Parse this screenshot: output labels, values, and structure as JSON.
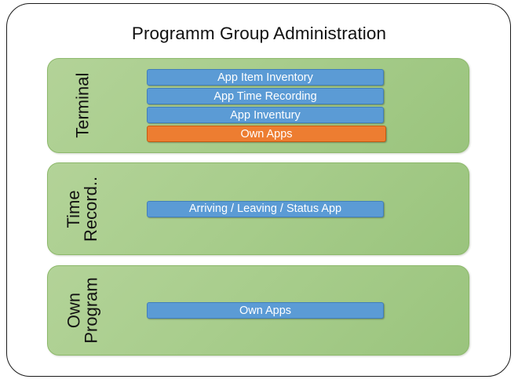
{
  "diagram": {
    "title": "Programm Group Administration",
    "groups": [
      {
        "label_lines": [
          "Terminal"
        ],
        "label_full": "Terminal",
        "items": [
          {
            "text": "App Item Inventory",
            "color": "#5B9BD5",
            "kind": "blue"
          },
          {
            "text": "App Time Recording",
            "color": "#5B9BD5",
            "kind": "blue"
          },
          {
            "text": "App Inventury",
            "color": "#5B9BD5",
            "kind": "blue"
          },
          {
            "text": "Own Apps",
            "color": "#ED7D31",
            "kind": "orange"
          }
        ]
      },
      {
        "label_lines": [
          "Time",
          "Record.."
        ],
        "label_full": "Time Record..",
        "items": [
          {
            "text": "Arriving / Leaving / Status App",
            "color": "#5B9BD5",
            "kind": "blue"
          }
        ]
      },
      {
        "label_lines": [
          "Own",
          "Program"
        ],
        "label_full": "Own Program",
        "items": [
          {
            "text": "Own Apps",
            "color": "#5B9BD5",
            "kind": "blue"
          }
        ]
      }
    ]
  },
  "colors": {
    "panel_green_light": "#B3D398",
    "panel_green_dark": "#9AC47D",
    "panel_border": "#8CB86A",
    "bar_blue": "#5B9BD5",
    "bar_blue_border": "#417FBB",
    "bar_orange": "#ED7D31",
    "bar_orange_border": "#C55A11",
    "frame_border": "#1A1A1A",
    "text_dark": "#111111",
    "text_on_bar": "#FFFFFF",
    "background": "#FFFFFF"
  }
}
